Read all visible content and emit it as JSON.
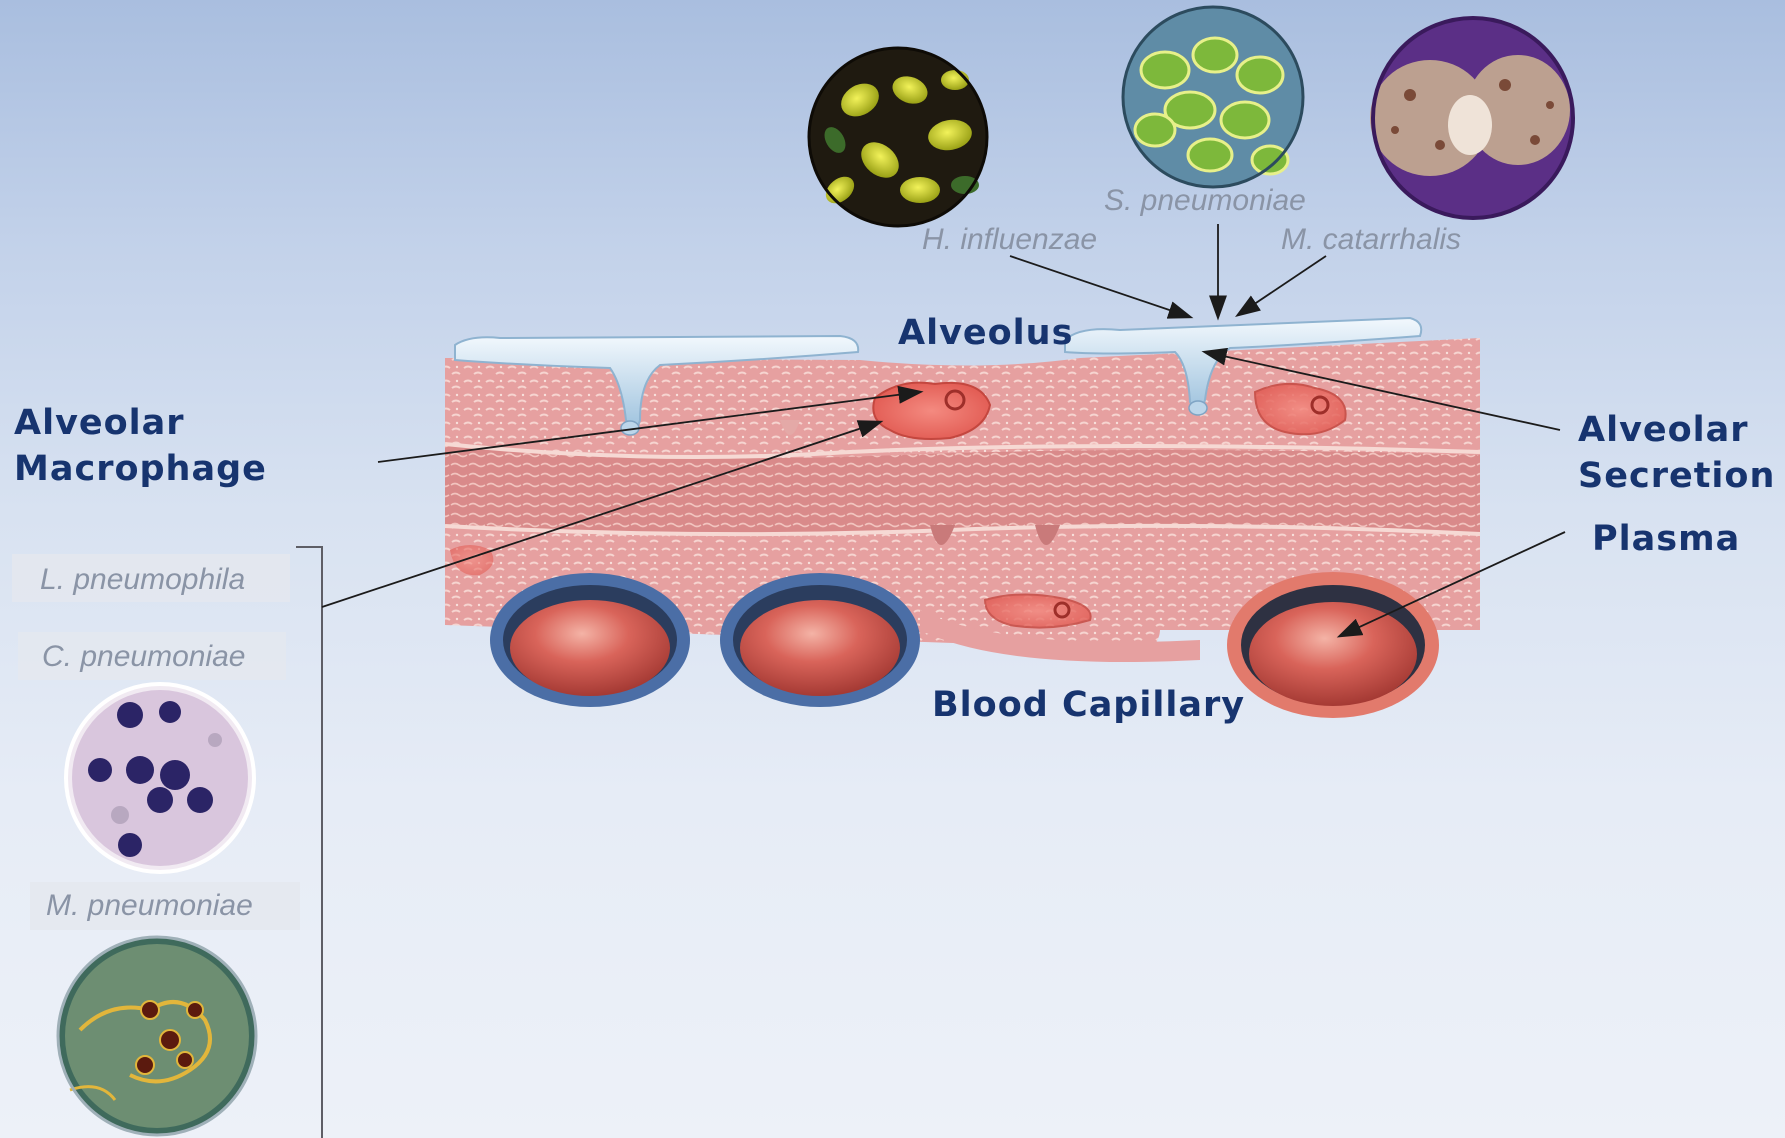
{
  "labels": {
    "alveolus": "Alveolus",
    "alveolar_macrophage": [
      "Alveolar",
      "Macrophage"
    ],
    "alveolar_secretion": [
      "Alveolar",
      "Secretion"
    ],
    "plasma": "Plasma",
    "blood_capillary": "Blood Capillary"
  },
  "pathogens": {
    "s_pneumoniae": "S. pneumoniae",
    "h_influenzae": "H. influenzae",
    "m_catarrhalis": "M. catarrhalis",
    "l_pneumophila": "L. pneumophila",
    "c_pneumoniae": "C. pneumoniae",
    "m_pneumoniae": "M. pneumoniae"
  },
  "colors": {
    "label_text": "#17346f",
    "pathogen_text": "#8a94a6",
    "tissue": "#e8a3a3",
    "tissue_dark": "#d98585",
    "secretion": "#cfe3f2",
    "capillary_rim": "#4c6fa6",
    "blood": "#c9524a"
  }
}
